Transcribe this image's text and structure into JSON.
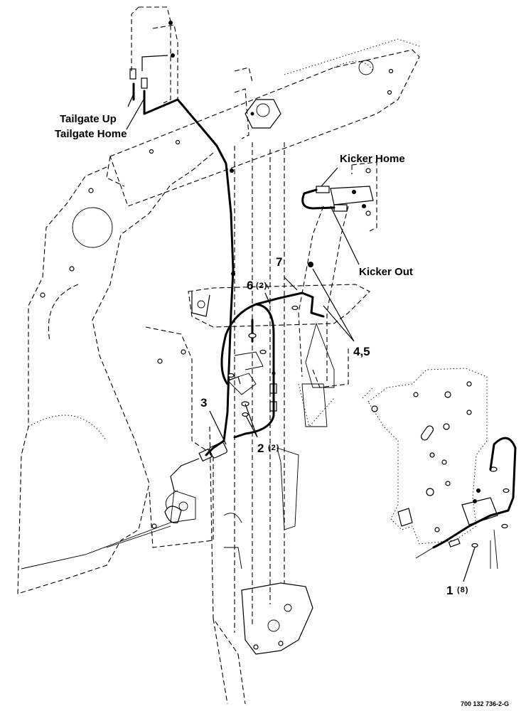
{
  "labels": {
    "tailgate_up": "Tailgate Up",
    "tailgate_home": "Tailgate Home",
    "kicker_home": "Kicker Home",
    "kicker_out": "Kicker Out"
  },
  "callouts": {
    "item_1": "1",
    "item_1_qty": "(8)",
    "item_2": "2",
    "item_2_qty": "(2)",
    "item_3": "3",
    "item_45": "4,5",
    "item_6": "6",
    "item_6_qty": "(2)",
    "item_7": "7"
  },
  "part_number": "700 132 736-2-G"
}
